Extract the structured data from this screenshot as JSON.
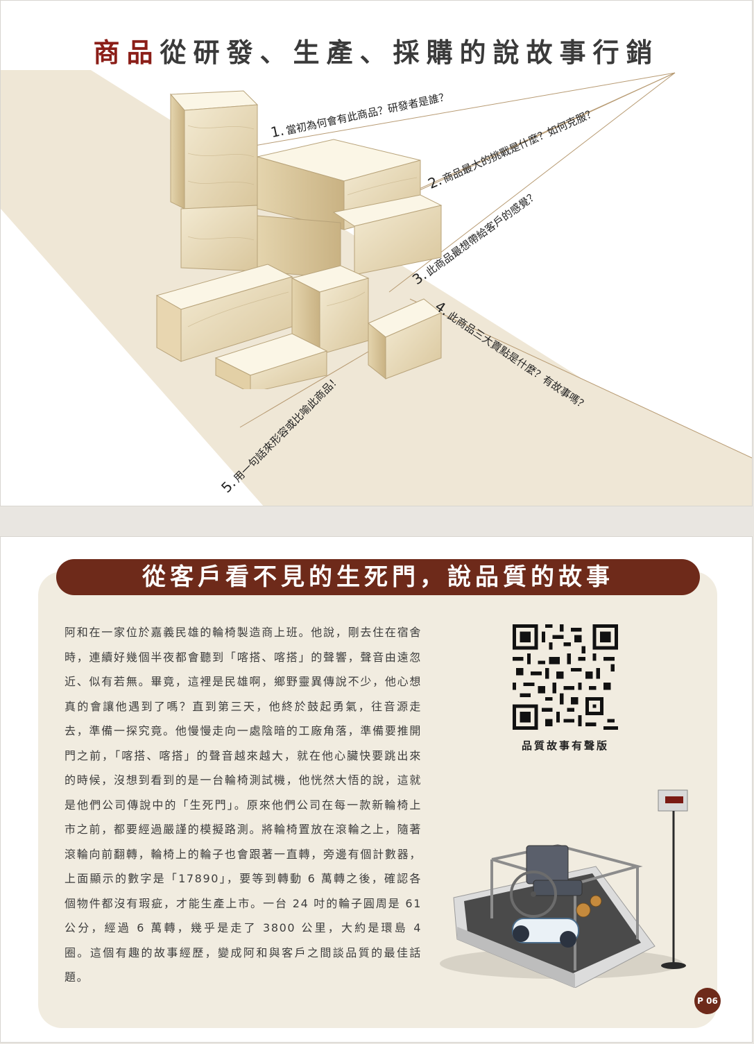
{
  "top": {
    "title_accent": "商品",
    "title_rest": "從研發、生產、採購的說故事行銷",
    "questions": [
      {
        "num": "1.",
        "text": "當初為何會有此商品？研發者是誰？"
      },
      {
        "num": "2.",
        "text": "商品最大的挑戰是什麼？如何克服？"
      },
      {
        "num": "3.",
        "text": "此商品最想帶給客戶的感覺？"
      },
      {
        "num": "4.",
        "text": "此商品三大賣點是什麼？有故事嗎？"
      },
      {
        "num": "5.",
        "text": "用一句話來形容或比喻此商品！"
      }
    ]
  },
  "bottom": {
    "banner": "從客戶看不見的生死門，說品質的故事",
    "story": "阿和在一家位於嘉義民雄的輪椅製造商上班。他說，剛去住在宿舍時，連續好幾個半夜都會聽到「喀搭、喀搭」的聲響，聲音由遠忽近、似有若無。畢竟，這裡是民雄啊，鄉野靈異傳說不少，他心想真的會讓他遇到了嗎？直到第三天，他終於鼓起勇氣，往音源走去，準備一探究竟。他慢慢走向一處陰暗的工廠角落，準備要推開門之前，「喀搭、喀搭」的聲音越來越大，就在他心臟快要跳出來的時候，沒想到看到的是一台輪椅測試機，他恍然大悟的說，這就是他們公司傳說中的「生死門」。原來他們公司在每一款新輪椅上市之前，都要經過嚴謹的模擬路測。將輪椅置放在滾輪之上，隨著滾輪向前翻轉，輪椅上的輪子也會跟著一直轉，旁邊有個計數器，上面顯示的數字是「17890」，要等到轉動 6 萬轉之後，確認各個物件都沒有瑕疵，才能生產上市。一台 24 吋的輪子圓周是 61 公分，經過 6 萬轉，幾乎是走了 3800 公里，大約是環島 4 圈。這個有趣的故事經歷，變成阿和與客戶之間談品質的最佳話題。",
    "qr_caption": "品質故事有聲版",
    "page_number": "P 06"
  },
  "colors": {
    "accent_red": "#8b1e18",
    "banner_brown": "#6e2a1a",
    "cream": "#f1ece0",
    "beam": "#efe7d6"
  },
  "icons": [
    "wooden-blocks-illustration",
    "qr-code-icon",
    "wheelchair-test-machine-illustration"
  ]
}
